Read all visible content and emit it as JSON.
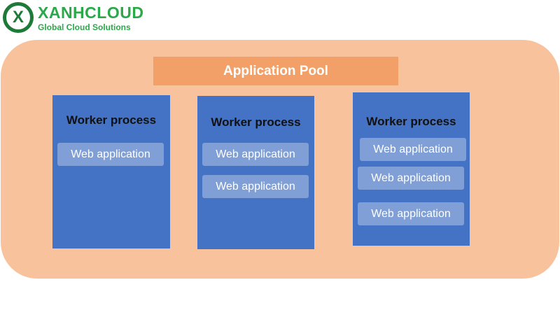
{
  "logo": {
    "icon": "x-badge-icon",
    "badge_letter": "X",
    "name": "XANHCLOUD",
    "tagline": "Global Cloud Solutions"
  },
  "diagram": {
    "pool_label": "Application Pool",
    "workers": [
      {
        "label": "Worker process",
        "apps": [
          "Web application"
        ]
      },
      {
        "label": "Worker process",
        "apps": [
          "Web application",
          "Web application"
        ]
      },
      {
        "label": "Worker process",
        "apps": [
          "Web application",
          "Web application",
          "Web application"
        ]
      }
    ]
  },
  "colors": {
    "pool_background": "#f8c29d",
    "pool_header": "#f2a067",
    "worker": "#4472c4",
    "web_app": "#7f9fd6",
    "brand_green": "#2aa84a"
  }
}
